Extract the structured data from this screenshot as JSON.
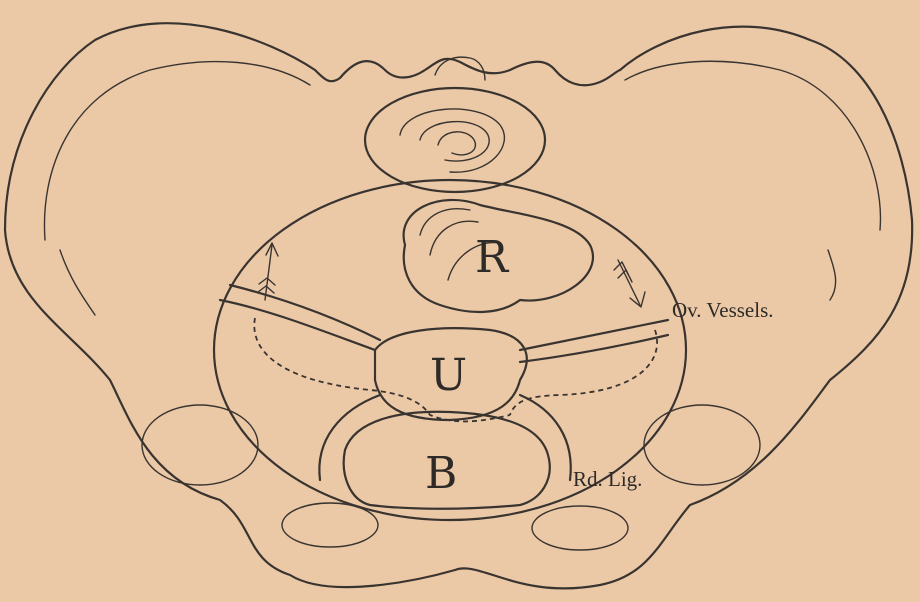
{
  "figure": {
    "background": "#ebc9a7",
    "ink": "#3a3430",
    "labels": {
      "rectum": "R",
      "uterus": "U",
      "bladder": "B",
      "ovarian_vessels": "Ov. Vessels.",
      "round_ligament": "Rd. Lig."
    }
  }
}
